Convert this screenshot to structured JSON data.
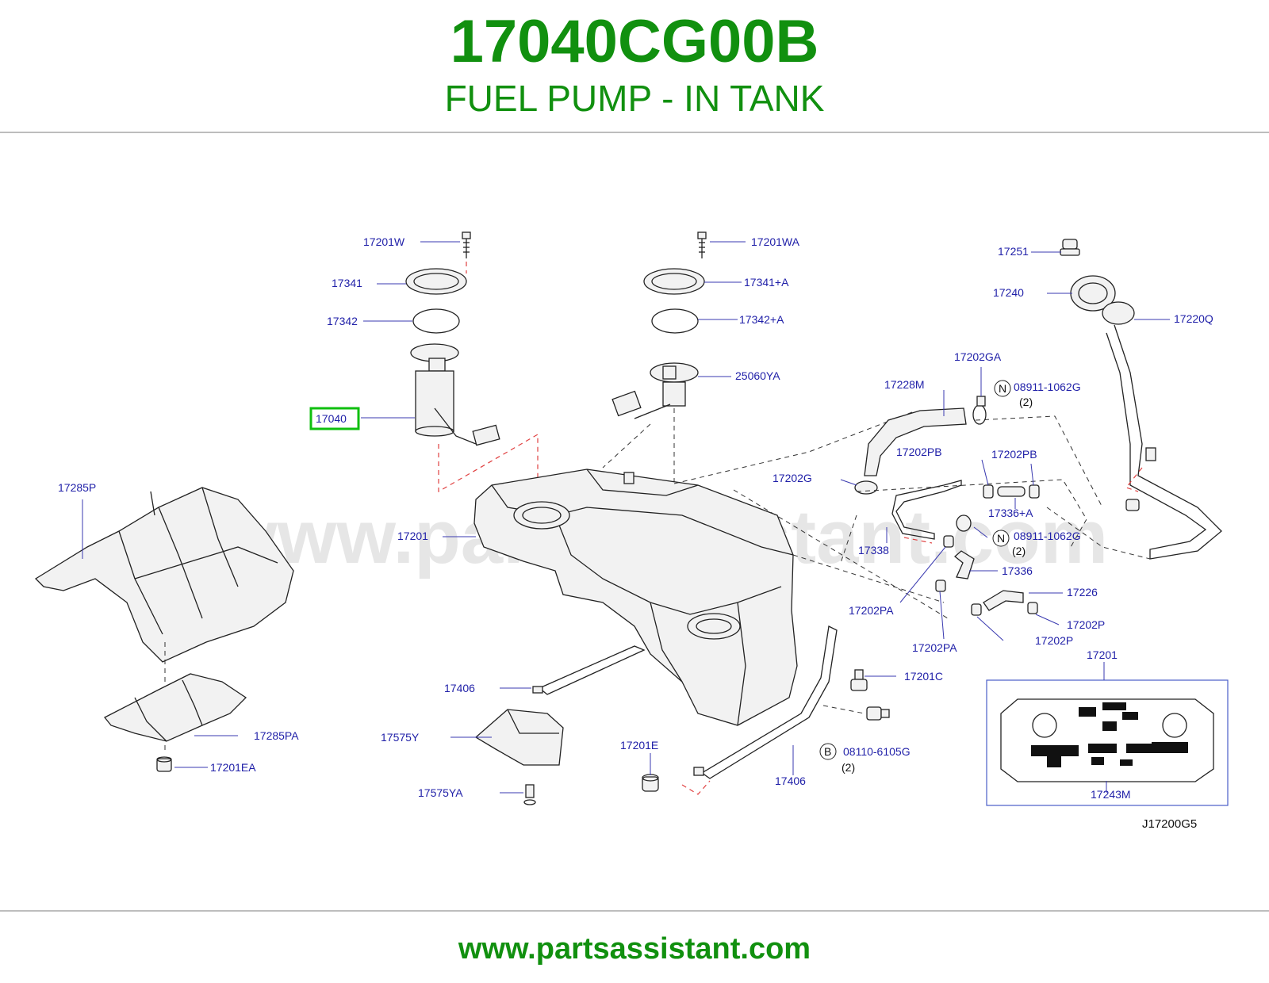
{
  "header": {
    "part_number": "17040CG00B",
    "part_name": "FUEL PUMP - IN TANK"
  },
  "watermark": "www.partsassistant.com",
  "footer": {
    "url": "www.partsassistant.com"
  },
  "diagram_code": "J17200G5",
  "highlight_color": "#0fbf0f",
  "brand_color": "#11900f",
  "callouts": {
    "c17201W": "17201W",
    "c17201WA": "17201WA",
    "c17341": "17341",
    "c17341A": "17341+A",
    "c17342": "17342",
    "c17342A": "17342+A",
    "c17040": "17040",
    "c25060YA": "25060YA",
    "c17285P": "17285P",
    "c17201": "17201",
    "c17251": "17251",
    "c17240": "17240",
    "c17220Q": "17220Q",
    "c17202GA": "17202GA",
    "c08911a": "08911-1062G",
    "c08911a_qty": "(2)",
    "c17228M": "17228M",
    "c17202PB_1": "17202PB",
    "c17202PB_2": "17202PB",
    "c17202G": "17202G",
    "c17336A": "17336+A",
    "c08911b": "08911-1062G",
    "c08911b_qty": "(2)",
    "c17338": "17338",
    "c17336": "17336",
    "c17202PA_1": "17202PA",
    "c17226": "17226",
    "c17202P_1": "17202P",
    "c17202P_2": "17202P",
    "c17202PA_2": "17202PA",
    "c17201_box": "17201",
    "c17201C": "17201C",
    "c17406_1": "17406",
    "c17575Y": "17575Y",
    "c17285PA": "17285PA",
    "c17201EA": "17201EA",
    "c17201E": "17201E",
    "c08110": "08110-6105G",
    "c08110_qty": "(2)",
    "c17406_2": "17406",
    "c17575YA": "17575YA",
    "c17243M": "17243M"
  },
  "symbols": {
    "n1": "N",
    "n2": "N",
    "b1": "B"
  }
}
